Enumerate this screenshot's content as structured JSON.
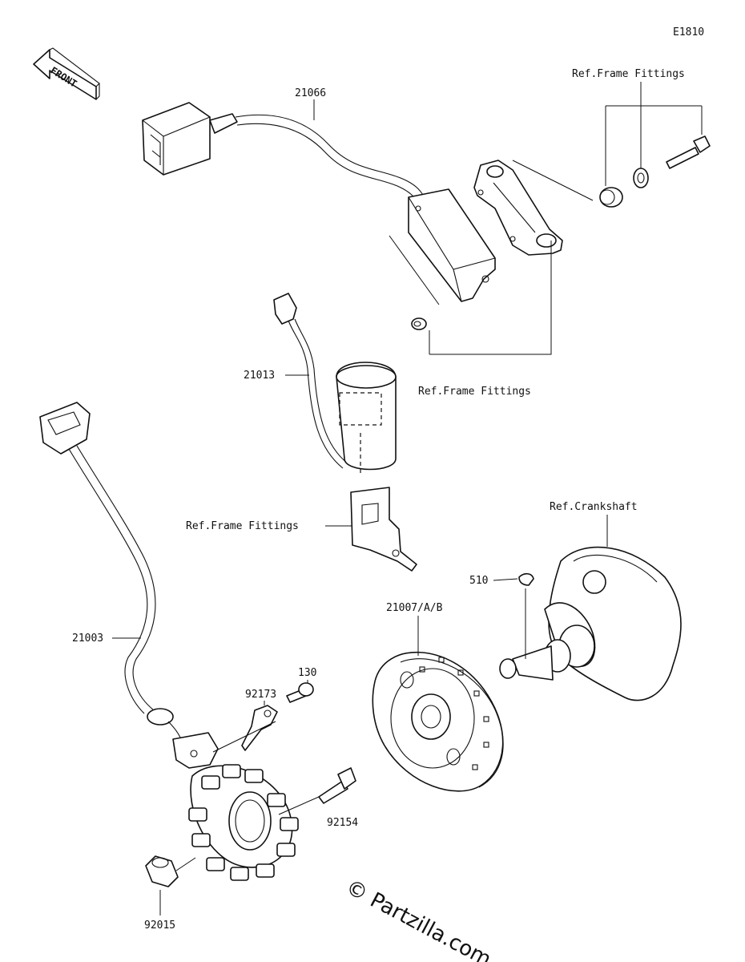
{
  "diagram_code": "E1810",
  "front_arrow_label": "FRONT",
  "labels": {
    "p21066": "21066",
    "ref_frame_top": "Ref.Frame Fittings",
    "ref_frame_mid": "Ref.Frame Fittings",
    "p21013": "21013",
    "ref_frame_left": "Ref.Frame Fittings",
    "ref_crankshaft": "Ref.Crankshaft",
    "p510": "510",
    "p21007": "21007/A/B",
    "p21003": "21003",
    "p130": "130",
    "p92173": "92173",
    "p92154": "92154",
    "p92015": "92015"
  },
  "watermark": "© Partzilla.com"
}
